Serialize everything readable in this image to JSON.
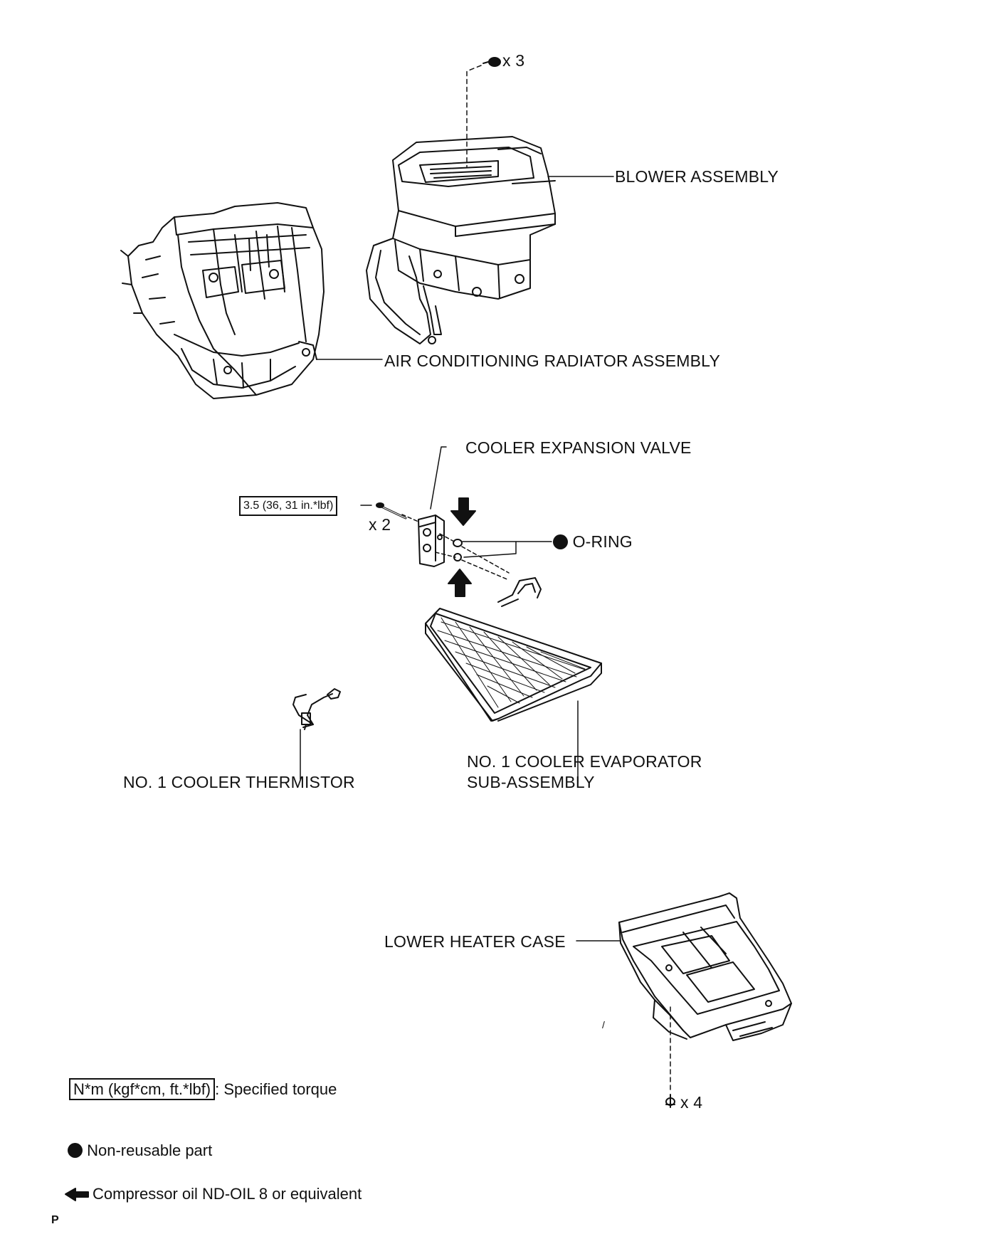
{
  "labels": {
    "screw_qty_top": "x 3",
    "blower": "BLOWER ASSEMBLY",
    "radiator": "AIR CONDITIONING RADIATOR ASSEMBLY",
    "expansion_valve": "COOLER EXPANSION VALVE",
    "torque_value": "3.5 (36, 31 in.*lbf)",
    "bolt_qty": "x 2",
    "o_ring": "O-RING",
    "thermistor": "NO. 1 COOLER THERMISTOR",
    "evaporator_line1": "NO. 1 COOLER EVAPORATOR",
    "evaporator_line2": "SUB-ASSEMBLY",
    "lower_case": "LOWER HEATER CASE",
    "screw_qty_bottom": "x 4",
    "stray_mark": "/"
  },
  "legend": {
    "torque_box": "N*m (kgf*cm, ft.*lbf)",
    "torque_text": ": Specified torque",
    "nonreusable": "Non-reusable part",
    "oil": "Compressor oil ND-OIL 8 or equivalent"
  },
  "corner_mark": "P"
}
